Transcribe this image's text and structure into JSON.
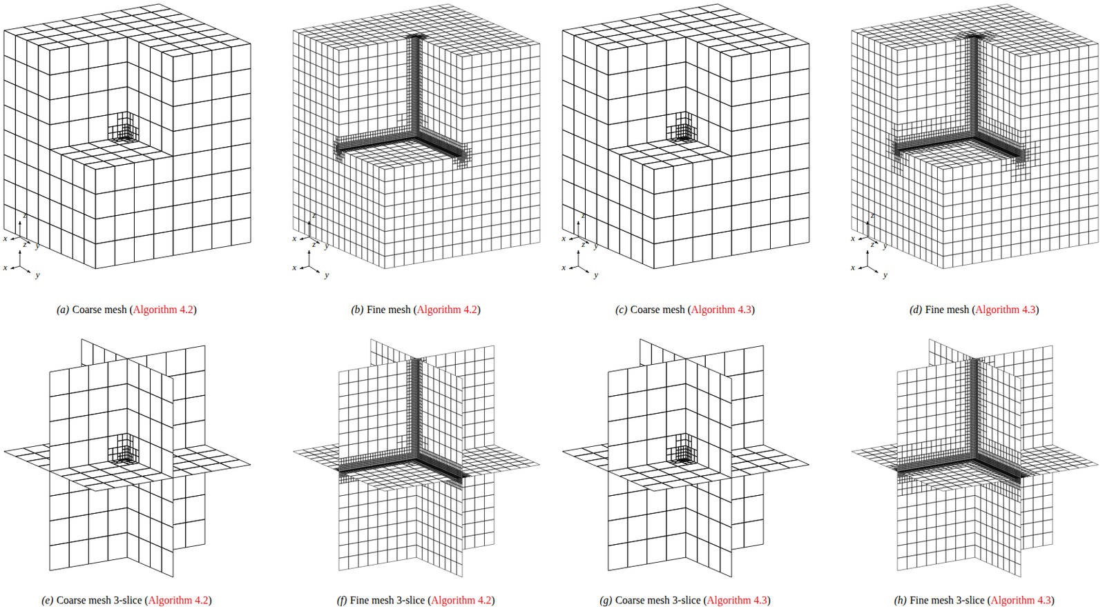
{
  "diagram": {
    "labels": [
      "z",
      "x",
      "y",
      "z",
      "x",
      "y",
      "z",
      "x",
      "y",
      "z",
      "x",
      "y",
      "(a)",
      "Coarse mesh (",
      "Algorithm 4.2",
      ")",
      "(b)",
      "Fine mesh (",
      "Algorithm 4.2",
      ")",
      "(c)",
      "Coarse mesh (",
      "Algorithm 4.3",
      ")",
      "(d)",
      "Fine mesh (",
      "Algorithm 4.3",
      ")",
      "z",
      "x",
      "y",
      "z",
      "x",
      "y",
      "z",
      "x",
      "y",
      "z",
      "x",
      "y",
      "(e)",
      "Coarse mesh 3-slice (",
      "Algorithm 4.2",
      ")",
      "(f)",
      "Fine mesh 3-slice (",
      "Algorithm 4.2",
      ")",
      "(g)",
      "Coarse mesh 3-slice (",
      "Algorithm 4.3",
      ")",
      "(h)",
      "Fine mesh 3-slice (",
      "Algorithm 4.3",
      ")"
    ]
  }
}
